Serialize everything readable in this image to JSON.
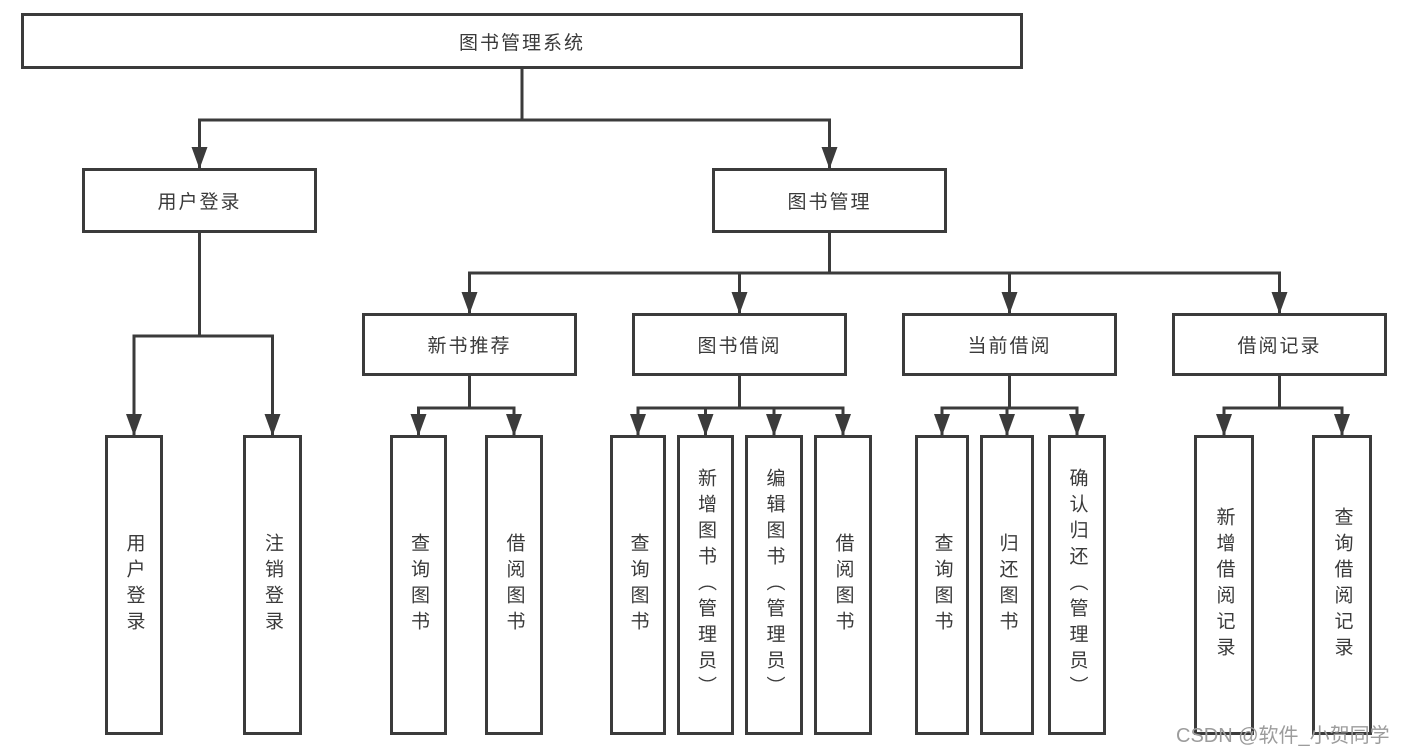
{
  "diagram": {
    "root": {
      "label": "图书管理系统",
      "children": [
        {
          "label": "用户登录",
          "children": [
            {
              "label": "用户登录"
            },
            {
              "label": "注销登录"
            }
          ]
        },
        {
          "label": "图书管理",
          "children": [
            {
              "label": "新书推荐",
              "children": [
                {
                  "label": "查询图书"
                },
                {
                  "label": "借阅图书"
                }
              ]
            },
            {
              "label": "图书借阅",
              "children": [
                {
                  "label": "查询图书"
                },
                {
                  "label": "新增图书（管理员）"
                },
                {
                  "label": "编辑图书（管理员）"
                },
                {
                  "label": "借阅图书"
                }
              ]
            },
            {
              "label": "当前借阅",
              "children": [
                {
                  "label": "查询图书"
                },
                {
                  "label": "归还图书"
                },
                {
                  "label": "确认归还（管理员）"
                }
              ]
            },
            {
              "label": "借阅记录",
              "children": [
                {
                  "label": "新增借阅记录"
                },
                {
                  "label": "查询借阅记录"
                }
              ]
            }
          ]
        }
      ]
    }
  },
  "watermark": {
    "text": "CSDN @软件_小贺同学"
  },
  "colors": {
    "line": "#3b3b3b",
    "text": "#3a3a3a",
    "watermark": "#9c9c9c",
    "background": "#ffffff"
  }
}
